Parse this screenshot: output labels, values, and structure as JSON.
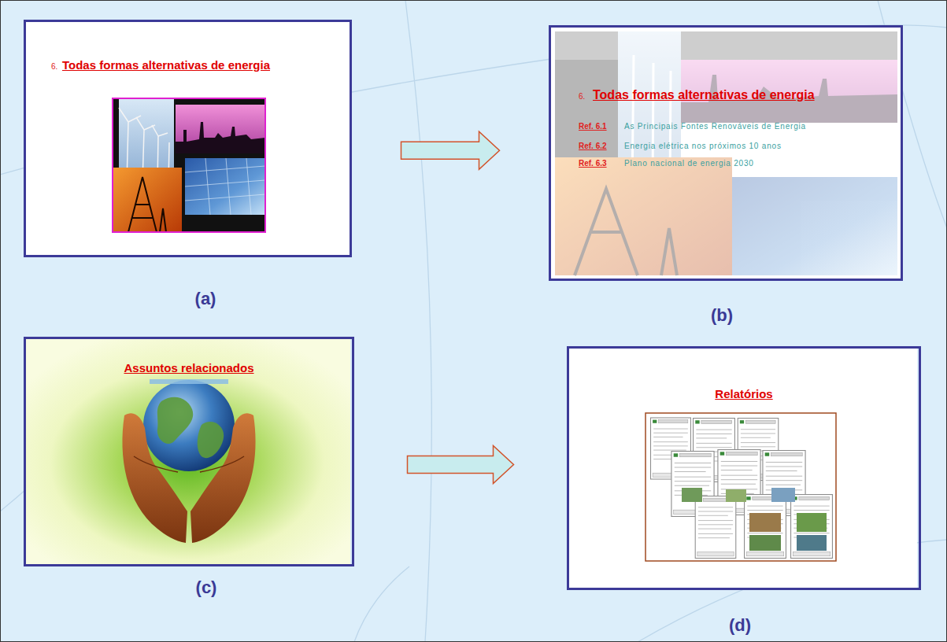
{
  "diagram": {
    "nodes": [
      {
        "text": [
          "6.",
          "Todas formas alternativas de energia"
        ]
      },
      {
        "text": [
          "6.",
          "Todas formas alternativas de energia",
          "Ref. 6.1",
          "As Principais Fontes Renováveis de Energia",
          "Ref. 6.2",
          "Energia elétrica nos próximos 10 anos",
          "Ref. 6.3",
          "Plano nacional de energia 2030"
        ]
      },
      {
        "text": [
          "Assuntos relacionados"
        ]
      },
      {
        "text": [
          "Relatórios"
        ]
      }
    ],
    "edges": [
      {
        "from": 0,
        "to": 1,
        "arrow": "to"
      },
      {
        "from": 2,
        "to": 3,
        "arrow": "to"
      }
    ],
    "labels": [
      "(a)",
      "(b)",
      "(c)",
      "(d)"
    ]
  }
}
